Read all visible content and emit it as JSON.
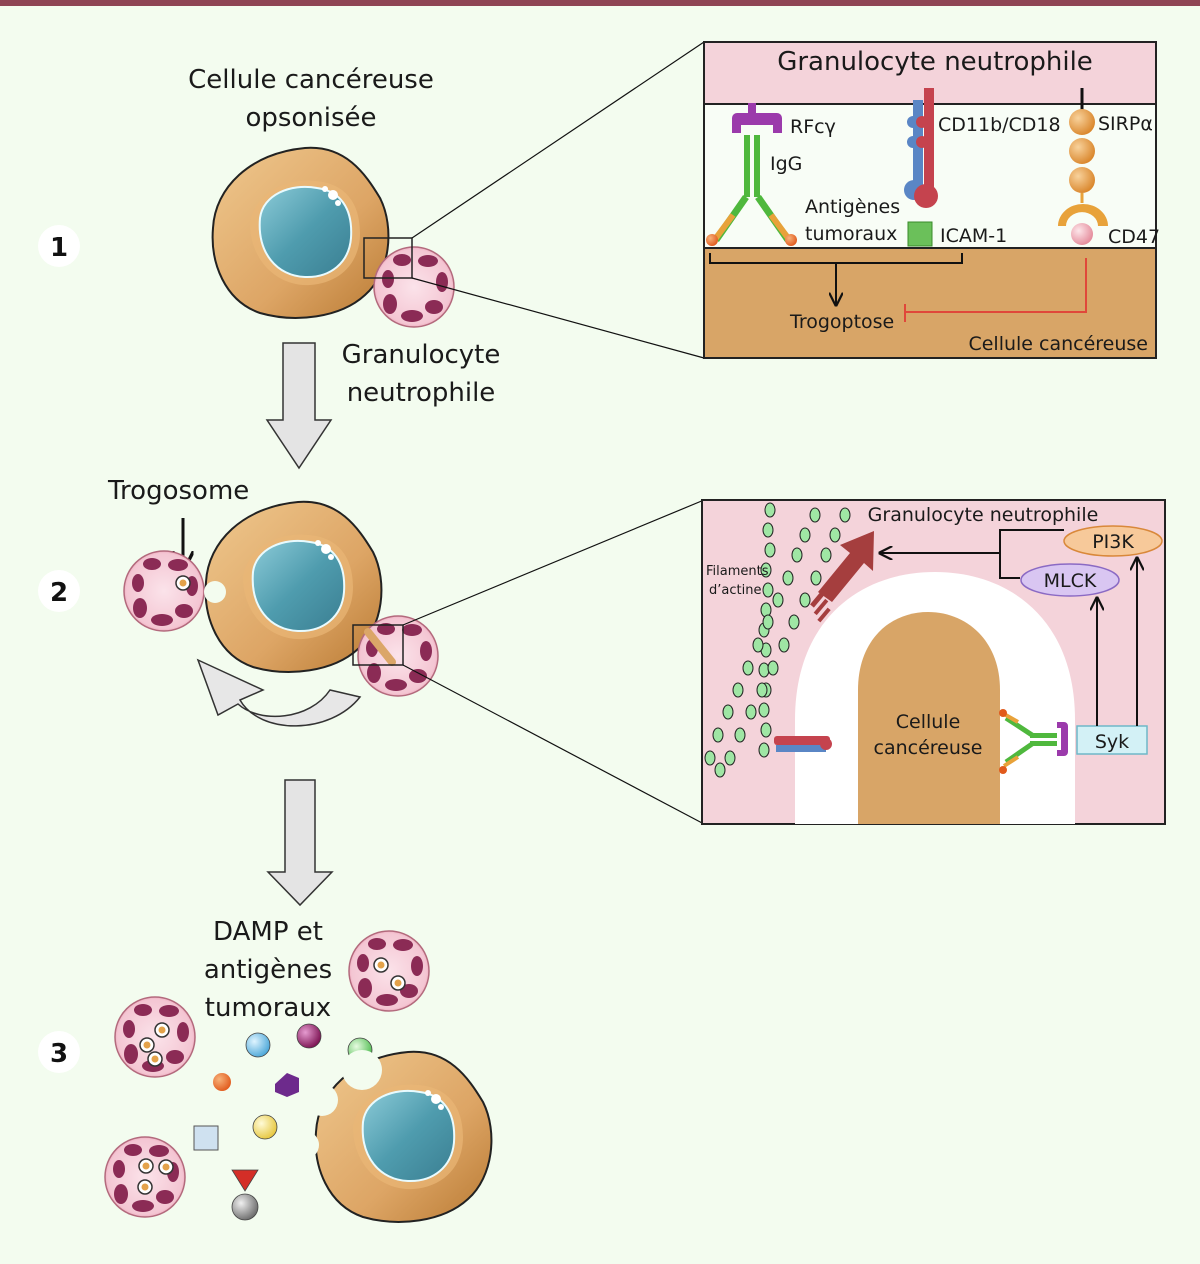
{
  "figure": {
    "steps": [
      "1",
      "2",
      "3"
    ],
    "step1": {
      "cancer_cell_label_line1": "Cellule cancéreuse",
      "cancer_cell_label_line2": "opsonisée",
      "neutrophil_label_line1": "Granulocyte",
      "neutrophil_label_line2": "neutrophile"
    },
    "step2": {
      "trogosome_label": "Trogosome"
    },
    "step3": {
      "damp_label_line1": "DAMP et",
      "damp_label_line2": "antigènes",
      "damp_label_line3": "tumoraux"
    },
    "inset1": {
      "title": "Granulocyte neutrophile",
      "receptor_fc": "RFcγ",
      "igg": "IgG",
      "antigens_line1": "Antigènes",
      "antigens_line2": "tumoraux",
      "integrin": "CD11b/CD18",
      "icam": "ICAM-1",
      "sirp": "SIRPα",
      "cd47": "CD47",
      "outcome": "Trogoptose",
      "cancer_cell": "Cellule cancéreuse"
    },
    "inset2": {
      "title": "Granulocyte neutrophile",
      "actin_line1": "Filaments",
      "actin_line2": "d’actine",
      "pi3k": "PI3K",
      "mlck": "MLCK",
      "syk": "Syk",
      "cancer_cell_line1": "Cellule",
      "cancer_cell_line2": "cancéreuse"
    }
  },
  "colors": {
    "background": "#f3fcef",
    "topbar": "#8e4554",
    "cancer_cell": "#dba668",
    "nucleus": "#5aa5b5",
    "neutrophil": "#f5cfd9",
    "neutrophil_nucleus": "#8b2b55",
    "inset_pink": "#f4d3da",
    "inset_brown": "#d8a567",
    "inhibition": "#e0473a"
  }
}
